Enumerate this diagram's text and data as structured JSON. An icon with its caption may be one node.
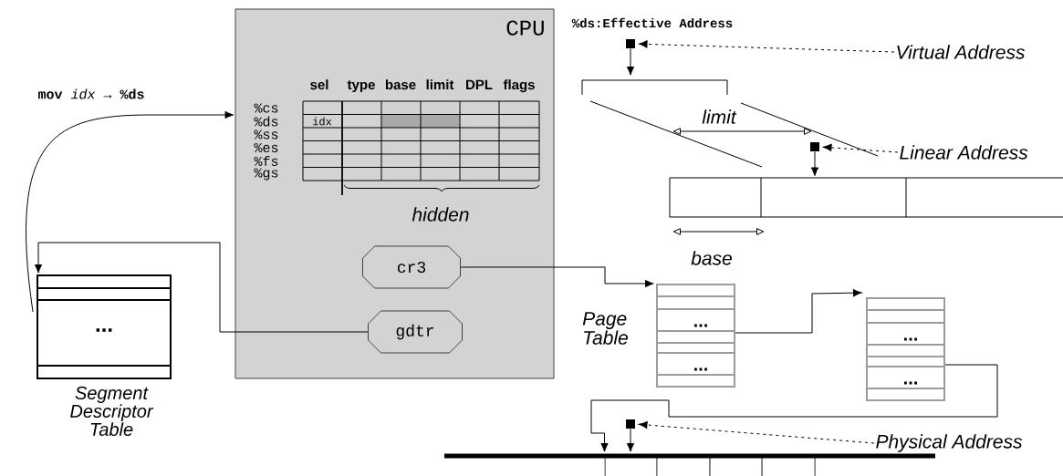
{
  "diagram": {
    "nodes": [
      {
        "text": [
          "CPU"
        ]
      },
      {
        "text": [
          "idx"
        ],
        "in": 0,
        "beside": [
          "sel",
          "type",
          "base",
          "limit",
          "DPL",
          "flags",
          "%cs",
          "%ds",
          "%ss",
          "%es",
          "%fs",
          "%gs"
        ]
      },
      {
        "text": [
          "cr3"
        ],
        "in": 0
      },
      {
        "text": [
          "gdtr"
        ],
        "in": 0
      },
      {
        "text": [
          "..."
        ],
        "beside": [
          "Segment Descriptor Table"
        ]
      },
      {
        "text": [
          "...",
          "..."
        ],
        "beside": [
          "Page Table"
        ]
      },
      {
        "text": [
          "...",
          "..."
        ]
      },
      {
        "text": [],
        "shape": "bar"
      },
      {
        "text": [],
        "shape": "bar"
      },
      {
        "text": [],
        "shape": "box"
      },
      {
        "text": [
          "Virtual Address"
        ]
      },
      {
        "text": [],
        "shape": "box"
      },
      {
        "text": [
          "Linear Address"
        ]
      },
      {
        "text": [],
        "shape": "box"
      },
      {
        "text": [
          "Physical Address"
        ]
      }
    ],
    "edges": [
      {
        "from": 4,
        "to": 0,
        "arrow": "to",
        "label": "**mov** *idx* → **%ds**"
      },
      {
        "from": 3,
        "to": 4,
        "arrow": "to"
      },
      {
        "from": 2,
        "to": 5,
        "arrow": "to"
      },
      {
        "from": 5,
        "to": 6,
        "arrow": "to"
      },
      {
        "from": 6,
        "to": 8,
        "arrow": "to"
      },
      {
        "from": 10,
        "to": 9,
        "arrow": "to",
        "style": "dashed"
      },
      {
        "from": 9,
        "to": null,
        "arrow": "to"
      },
      {
        "from": 12,
        "to": 11,
        "arrow": "to",
        "style": "dashed"
      },
      {
        "from": 11,
        "to": 7,
        "arrow": "to"
      },
      {
        "from": 14,
        "to": 13,
        "arrow": "to",
        "style": "dashed"
      },
      {
        "from": 13,
        "to": 8,
        "arrow": "to"
      }
    ],
    "labels": [
      "%ds:Effective Address",
      "hidden",
      "limit",
      "base"
    ]
  }
}
